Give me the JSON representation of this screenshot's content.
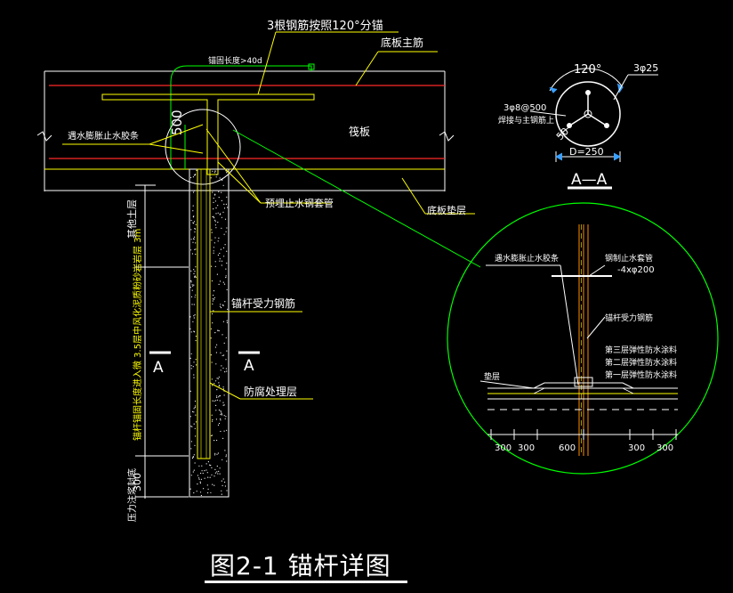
{
  "figure": {
    "caption": "图2-1 锚杆详图"
  },
  "labels": {
    "rebar_split": "3根钢筋按照120°分锚",
    "anchor_length": "锚固长度>40d",
    "base_main_rebar": "底板主筋",
    "raft": "筏板",
    "swell_strip_left": "遇水膨胀止水胶条",
    "dim_500": "500",
    "embed_steel_sleeve": "预埋止水钢套管",
    "base_cushion": "底板垫层",
    "plain_soil": "其他土层",
    "vertical_note": "锚杆锚固长度进入微 3.5层中风化泥质粉砂岩岩层 3m",
    "anchor_rebar": "锚杆受力钢筋",
    "section_mark": "A",
    "anticorrosion": "防腐处理层",
    "dim_300_left": "300",
    "grouting_note": "压力注浆封底"
  },
  "section_aa": {
    "angle": "120°",
    "rebar": "3φ25",
    "stirrup": "3φ8@500",
    "weld_note": "焊接与主钢筋上",
    "dim_50": "50",
    "diameter": "D=250",
    "title": "A—A"
  },
  "detail": {
    "swell_strip": "遇水膨胀止水胶条",
    "steel_sleeve_1": "钢制止水套管",
    "steel_sleeve_2": "-4xφ200",
    "anchor_rebar": "锚杆受力钢筋",
    "coat3": "第三层弹性防水涂料",
    "coat2": "第二层弹性防水涂料",
    "coat1": "第一层弹性防水涂料",
    "cushion": "垫层",
    "dims": [
      "300",
      "300",
      "600",
      "300",
      "300"
    ]
  },
  "colors": {
    "yellow": "#ffff00",
    "green": "#00ff00",
    "red": "#ff2a2a",
    "white": "#ffffff",
    "blue": "#3aa0ff",
    "orange": "#ff8c00"
  }
}
